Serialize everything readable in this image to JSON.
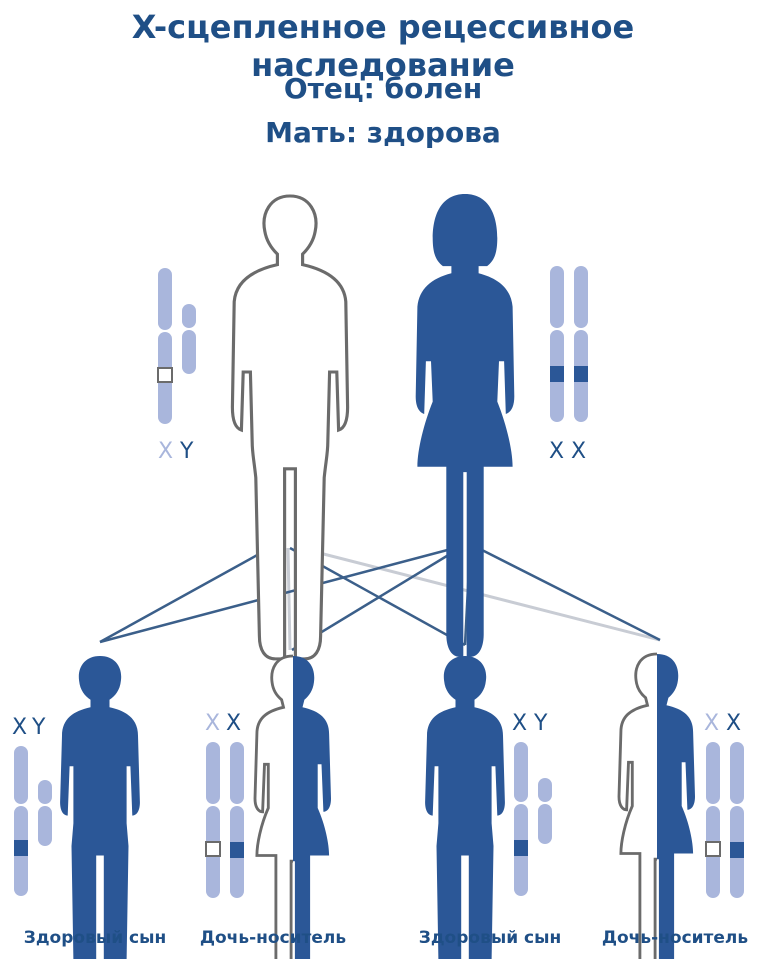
{
  "title": "X-сцепленное рецессивное наследование",
  "father_line": "Отец: болен",
  "mother_line": "Мать: здорова",
  "parents": {
    "father": {
      "chromosomes": {
        "x": "X",
        "y": "Y"
      }
    },
    "mother": {
      "chromosomes": {
        "x1": "X",
        "x2": "X"
      }
    }
  },
  "children": [
    {
      "caption": "Здоровый сын",
      "chromosomes": {
        "a": "X",
        "b": "Y"
      }
    },
    {
      "caption": "Дочь-носитель",
      "chromosomes": {
        "a": "X",
        "b": "X"
      }
    },
    {
      "caption": "Здоровый сын",
      "chromosomes": {
        "a": "X",
        "b": "Y"
      }
    },
    {
      "caption": "Дочь-носитель",
      "chromosomes": {
        "a": "X",
        "b": "X"
      }
    }
  ],
  "colors": {
    "dark_blue": "#2b5797",
    "title_blue": "#1f4f86",
    "chromosome_light": "#a9b6dc",
    "outline_gray": "#6b6b6b",
    "line_gray": "#c8ccd4",
    "line_blue": "#3b5f8a"
  }
}
